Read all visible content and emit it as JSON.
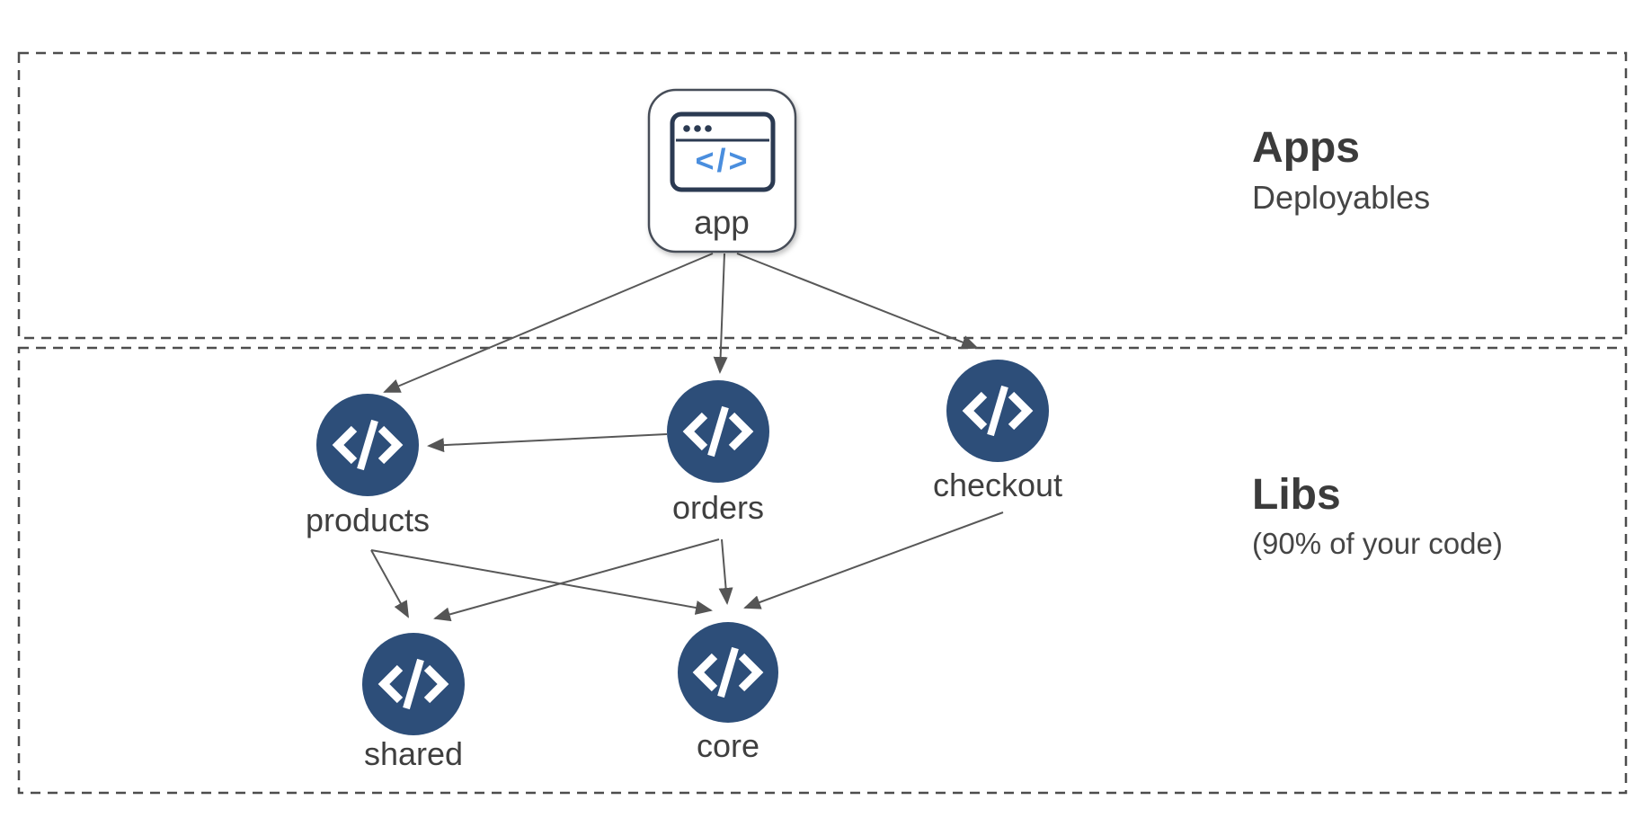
{
  "diagram_type": "dependency-graph",
  "colors": {
    "background": "#ffffff",
    "node_fill": "#2d4e79",
    "node_glyph": "#ffffff",
    "app_icon_stroke": "#2b3a52",
    "app_icon_code_blue": "#4a8ede",
    "edge": "#585858",
    "zone_border": "#4d4d4d",
    "text": "#3f3f3f"
  },
  "sections": {
    "apps": {
      "title": "Apps",
      "subtitle": "Deployables"
    },
    "libs": {
      "title": "Libs",
      "subtitle": "(90% of your code)"
    }
  },
  "icons": {
    "app_node": "browser-window-code-icon",
    "app_window_glyph": "</>",
    "lib_node": "code-icon"
  },
  "nodes": {
    "app": {
      "label": "app",
      "kind": "application",
      "zone": "apps"
    },
    "products": {
      "label": "products",
      "kind": "library",
      "zone": "libs"
    },
    "orders": {
      "label": "orders",
      "kind": "library",
      "zone": "libs"
    },
    "checkout": {
      "label": "checkout",
      "kind": "library",
      "zone": "libs"
    },
    "shared": {
      "label": "shared",
      "kind": "library",
      "zone": "libs"
    },
    "core": {
      "label": "core",
      "kind": "library",
      "zone": "libs"
    }
  },
  "edges": [
    {
      "from": "app",
      "to": "products"
    },
    {
      "from": "app",
      "to": "orders"
    },
    {
      "from": "app",
      "to": "checkout"
    },
    {
      "from": "orders",
      "to": "products"
    },
    {
      "from": "products",
      "to": "shared"
    },
    {
      "from": "products",
      "to": "core"
    },
    {
      "from": "orders",
      "to": "shared"
    },
    {
      "from": "orders",
      "to": "core"
    },
    {
      "from": "checkout",
      "to": "core"
    }
  ]
}
